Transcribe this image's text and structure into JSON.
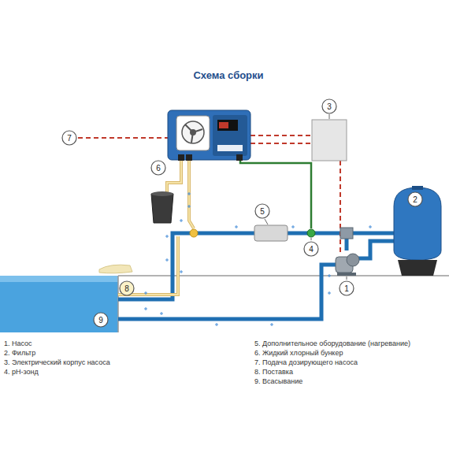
{
  "diagram": {
    "title": "Схема сборки",
    "nodes": [
      {
        "text": [
          "3"
        ]
      },
      {
        "text": [
          "7"
        ]
      },
      {
        "text": [
          "6"
        ]
      },
      {
        "text": [
          "2"
        ]
      },
      {
        "text": [
          "5"
        ]
      },
      {
        "text": [
          "4"
        ]
      },
      {
        "text": [
          "8"
        ]
      },
      {
        "text": [
          "1"
        ]
      },
      {
        "text": [
          "9"
        ]
      }
    ],
    "labels": [
      "1. Насос",
      "2. Фильтр",
      "3. Электрический корпус насоса",
      "4. pH-зонд",
      "5. Дополнительное оборудование (нагревание)",
      "6. Жидкий хлорный бункер",
      "7. Подача дозирующего насоса",
      "8. Поставка",
      "9. Всасывание"
    ]
  }
}
